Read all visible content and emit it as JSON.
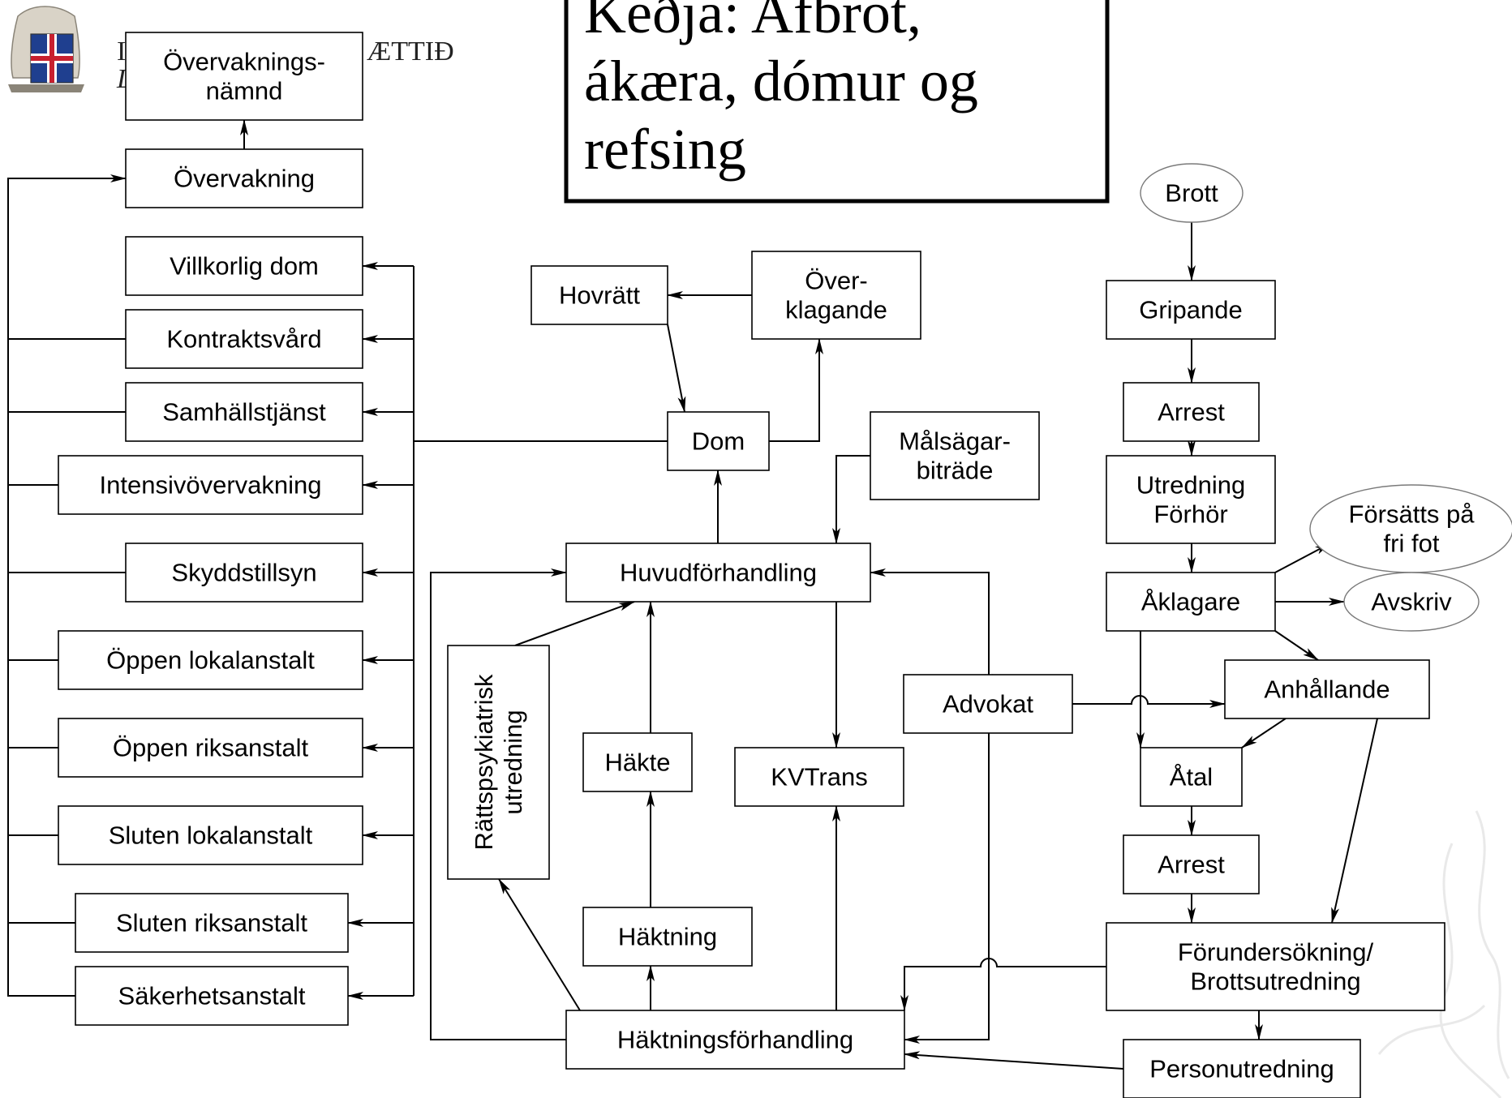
{
  "title": {
    "lines": [
      "Keðja: Afbrot,",
      "ákæra, dómur og",
      "refsing"
    ]
  },
  "logo": {
    "ministry_text_visible": "ÆTTIÐ"
  },
  "nodes": {
    "overvakningsnamnd": [
      "Övervaknings-",
      "nämnd"
    ],
    "overvakning": [
      "Övervakning"
    ],
    "villkorlig_dom": [
      "Villkorlig dom"
    ],
    "kontraktsvard": [
      "Kontraktsvård"
    ],
    "samhallstjanst": [
      "Samhällstjänst"
    ],
    "intensivovervakning": [
      "Intensivövervakning"
    ],
    "skyddstillsyn": [
      "Skyddstillsyn"
    ],
    "oppen_lokalanstalt": [
      "Öppen lokalanstalt"
    ],
    "oppen_riksanstalt": [
      "Öppen riksanstalt"
    ],
    "sluten_lokalanstalt": [
      "Sluten lokalanstalt"
    ],
    "sluten_riksanstalt": [
      "Sluten riksanstalt"
    ],
    "sakerhetsanstalt": [
      "Säkerhetsanstalt"
    ],
    "hovratt": [
      "Hovrätt"
    ],
    "overklagande": [
      "Över-",
      "klagande"
    ],
    "dom": [
      "Dom"
    ],
    "malsagarbitrade": [
      "Målsägar-",
      "biträde"
    ],
    "huvudforhandling": [
      "Huvudförhandling"
    ],
    "rattspsykiatrisk": [
      "Rättspsykiatrisk",
      "utredning"
    ],
    "hakte": [
      "Häkte"
    ],
    "kvtrans": [
      "KVTrans"
    ],
    "haktning": [
      "Häktning"
    ],
    "haktningsforhandling": [
      "Häktningsförhandling"
    ],
    "advokat": [
      "Advokat"
    ],
    "brott": [
      "Brott"
    ],
    "gripande": [
      "Gripande"
    ],
    "arrest1": [
      "Arrest"
    ],
    "utredning_forhor": [
      "Utredning",
      "Förhör"
    ],
    "forsatts": [
      "Försätts på",
      "fri fot"
    ],
    "aklagare": [
      "Åklagare"
    ],
    "avskriv": [
      "Avskriv"
    ],
    "anhallande": [
      "Anhållande"
    ],
    "atal": [
      "Åtal"
    ],
    "arrest2": [
      "Arrest"
    ],
    "forundersokning": [
      "Förundersökning/",
      "Brottsutredning"
    ],
    "personutredning": [
      "Personutredning"
    ]
  }
}
